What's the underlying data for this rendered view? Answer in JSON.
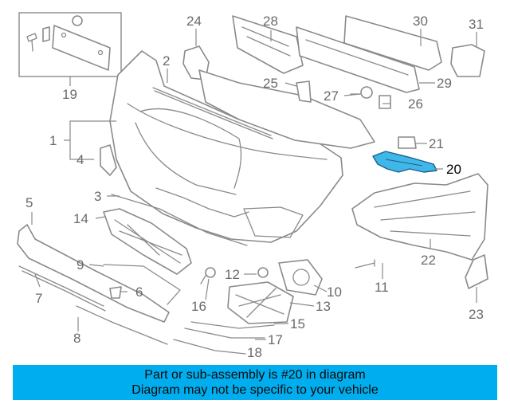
{
  "diagram": {
    "callouts": [
      "1",
      "2",
      "3",
      "4",
      "5",
      "6",
      "7",
      "8",
      "9",
      "10",
      "11",
      "12",
      "13",
      "14",
      "15",
      "16",
      "17",
      "18",
      "19",
      "20",
      "21",
      "22",
      "23",
      "24",
      "25",
      "26",
      "27",
      "28",
      "29",
      "30",
      "31"
    ],
    "highlighted_part": "20",
    "highlight_color": "#3fb7e8",
    "line_color": "#8a8a8a"
  },
  "banner": {
    "line1": "Part or sub-assembly is #20 in diagram",
    "line2": "Diagram may not be specific to your vehicle",
    "background": "#00aeef"
  }
}
